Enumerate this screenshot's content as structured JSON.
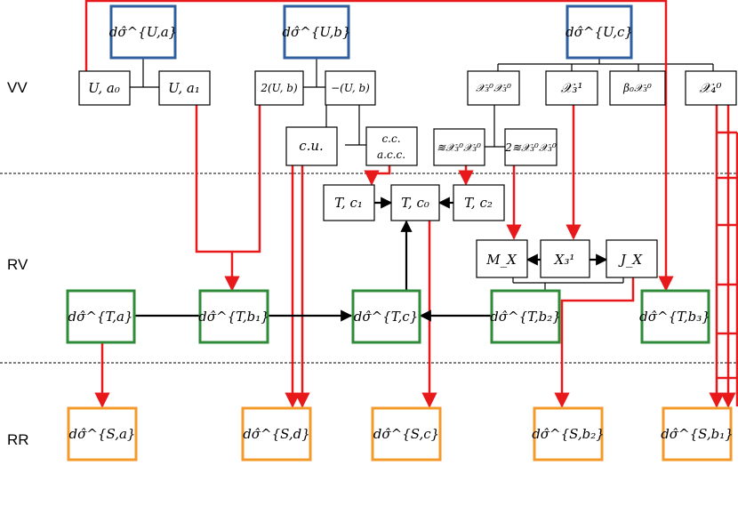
{
  "row_labels": {
    "vv": "VV",
    "rv": "RV",
    "rr": "RR"
  },
  "nodes": {
    "ua": "dσ̂^{U,a}",
    "ub": "dσ̂^{U,b}",
    "uc": "dσ̂^{U,c}",
    "u_a0": "U, a₀",
    "u_a1": "U, a₁",
    "two_ub": "2(U, b)",
    "minus_ub": "−(U, b)",
    "x3x3": "𝒳₃⁰𝒳₃⁰",
    "x3_1": "𝒳₃¹",
    "b0x3": "β₀𝒳₃⁰",
    "x4": "𝒳₄⁰",
    "cu": "c.u.",
    "cc_line1": "c.c.",
    "cc_line2": "a.c.c.",
    "nx_x3x3": "≋𝒳₃⁰𝒳₃⁰",
    "two_nx_x3x3": "2≋𝒳₃⁰𝒳₃⁰",
    "t_c1": "T, c₁",
    "t_c0": "T, c₀",
    "t_c2": "T, c₂",
    "mx": "M_X",
    "x3_1_cap": "X₃¹",
    "jx": "J_X",
    "ta": "dσ̂^{T,a}",
    "tb1": "dσ̂^{T,b₁}",
    "tc": "dσ̂^{T,c}",
    "tb2": "dσ̂^{T,b₂}",
    "tb3": "dσ̂^{T,b₃}",
    "sa": "dσ̂^{S,a}",
    "sd": "dσ̂^{S,d}",
    "sc": "dσ̂^{S,c}",
    "sb2": "dσ̂^{S,b₂}",
    "sb1": "dσ̂^{S,b₁}"
  },
  "colors": {
    "blue": "#2f5f9e",
    "green": "#2e8b3a",
    "orange": "#f39a2a",
    "red": "#e8191a",
    "black": "#000000"
  }
}
